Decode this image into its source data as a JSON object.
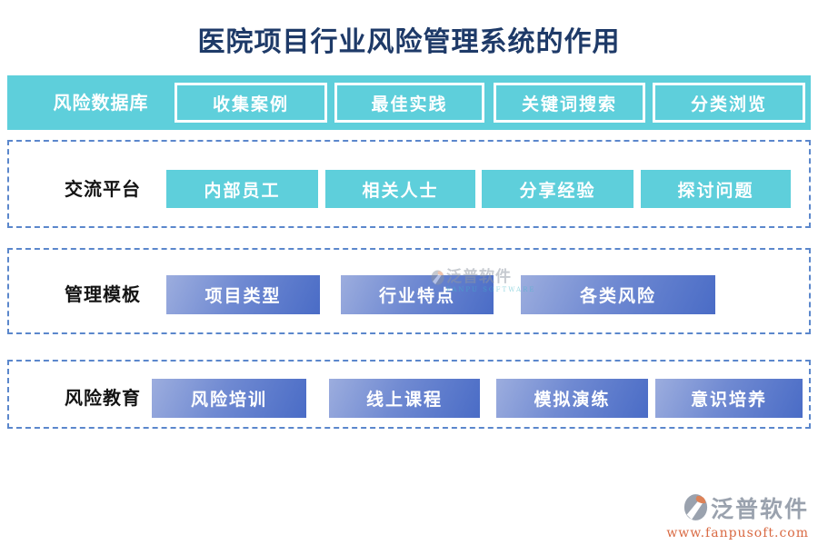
{
  "title": "医院项目行业风险管理系统的作用",
  "sections": [
    {
      "label": "风险数据库",
      "buttons": [
        "收集案例",
        "最佳实践",
        "关键词搜索",
        "分类浏览"
      ]
    },
    {
      "label": "交流平台",
      "buttons": [
        "内部员工",
        "相关人士",
        "分享经验",
        "探讨问题"
      ]
    },
    {
      "label": "管理模板",
      "buttons": [
        "项目类型",
        "行业特点",
        "各类风险"
      ]
    },
    {
      "label": "风险教育",
      "buttons": [
        "风险培训",
        "线上课程",
        "模拟演练",
        "意识培养"
      ]
    }
  ],
  "watermark": {
    "brand": "泛普软件",
    "subtitle": "FANPU SOFTWARE"
  },
  "footer": {
    "brand": "泛普软件",
    "url": "www.fanpusoft.com"
  },
  "colors": {
    "teal": "#5ecfdb",
    "blue_gradient_light": "#9cadde",
    "blue_gradient_dark": "#4a6cc6",
    "dashed_border": "#5b87cc",
    "title_navy": "#1e3a68",
    "footer_gray": "#9aa2ae",
    "footer_orange": "#d96a43"
  }
}
